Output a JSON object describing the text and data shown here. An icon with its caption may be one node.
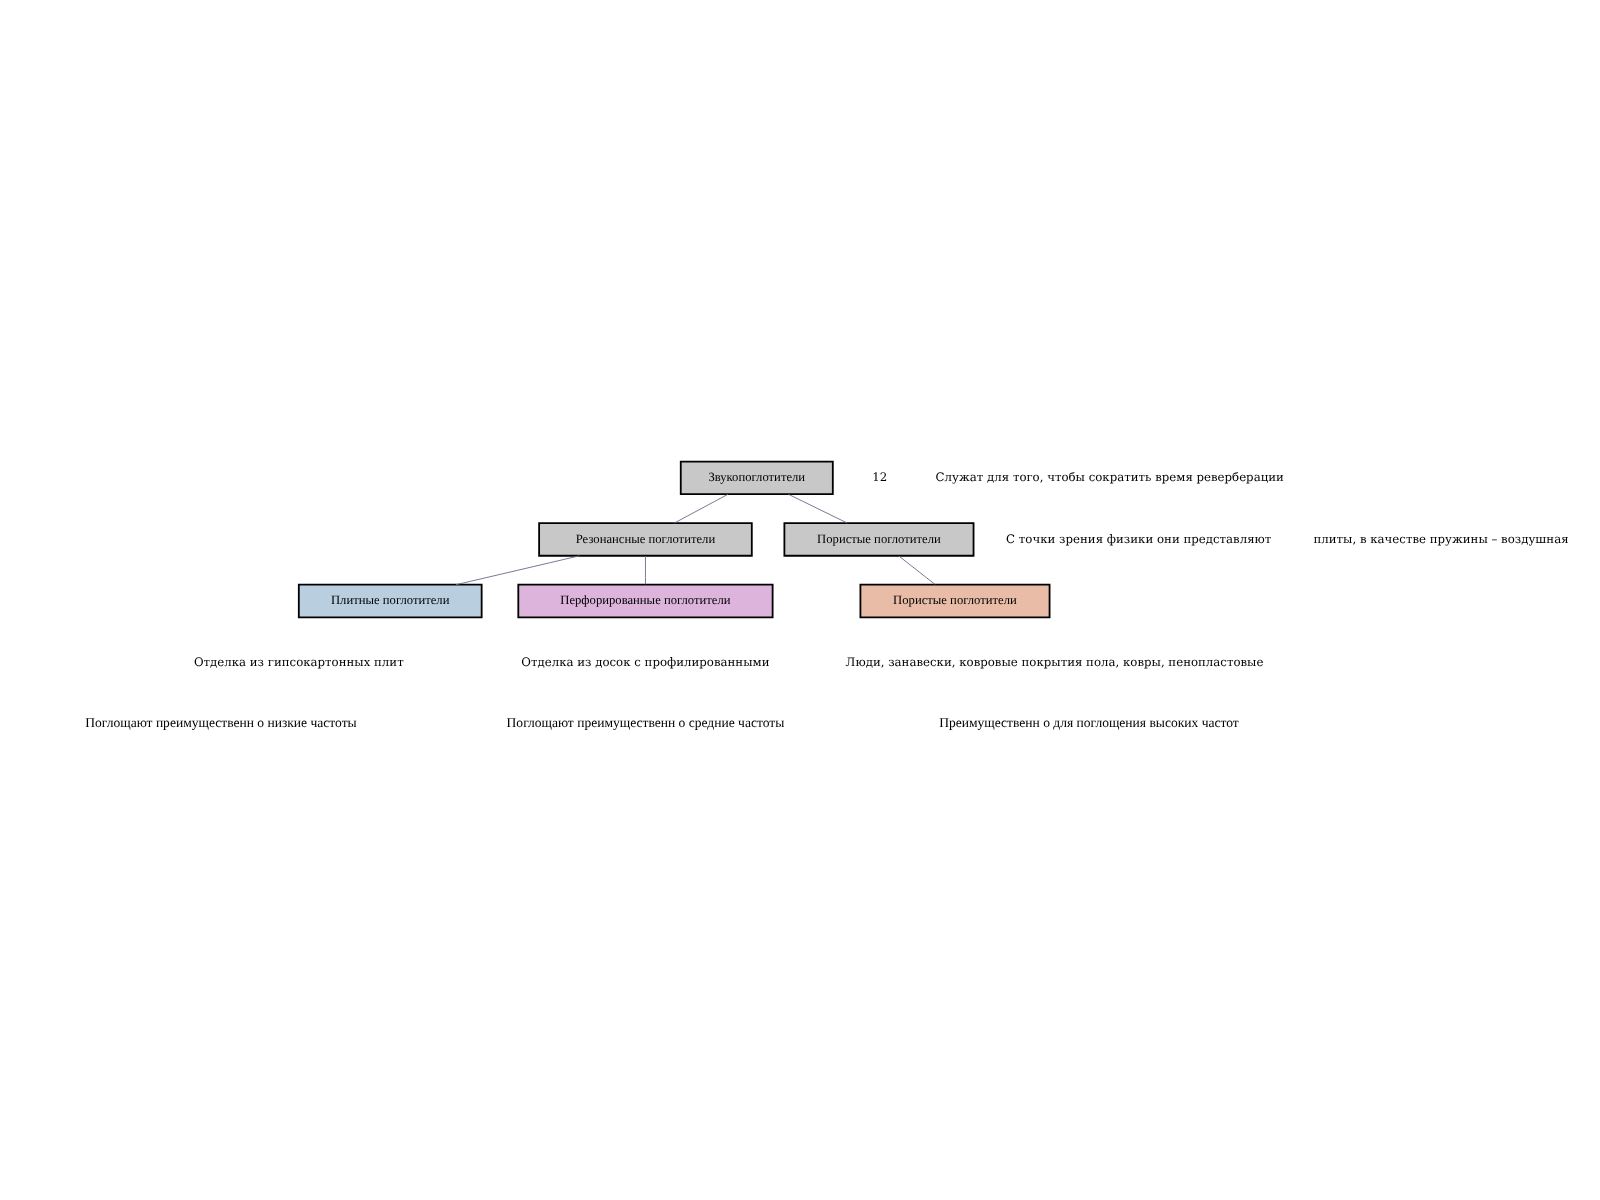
{
  "diagram": {
    "nodes": [
      {
        "text": [
          "Звукопоглотители"
        ]
      },
      {
        "text": [
          "Резонансные поглотители"
        ]
      },
      {
        "text": [
          "Пористые поглотители"
        ]
      },
      {
        "text": [
          "Плитные поглотители"
        ]
      },
      {
        "text": [
          "Перфорированные поглотители"
        ]
      },
      {
        "text": [
          "Пористые поглотители"
        ]
      }
    ],
    "edges": [
      {
        "from": 0,
        "to": 1,
        "arrow": "none"
      },
      {
        "from": 0,
        "to": 2,
        "arrow": "none"
      },
      {
        "from": 1,
        "to": 3,
        "arrow": "none"
      },
      {
        "from": 1,
        "to": 4,
        "arrow": "none"
      },
      {
        "from": 2,
        "to": 5,
        "arrow": "none"
      }
    ],
    "labels": [
      "12",
      "Служат для того, чтобы сократить время реверберации",
      "С точки зрения физики они представляют",
      "плиты, в качестве пружины – воздушная",
      "Отделка из гипсокартонных плит",
      "Отделка из досок с профилированными",
      "Люди, занавески, ковровые покрытия пола, ковры, пенопластовые",
      "Поглощают преимущественн о низкие частоты",
      "Поглощают преимущественн о средние частоты",
      "Преимущественн о для поглощения высоких частот"
    ]
  }
}
